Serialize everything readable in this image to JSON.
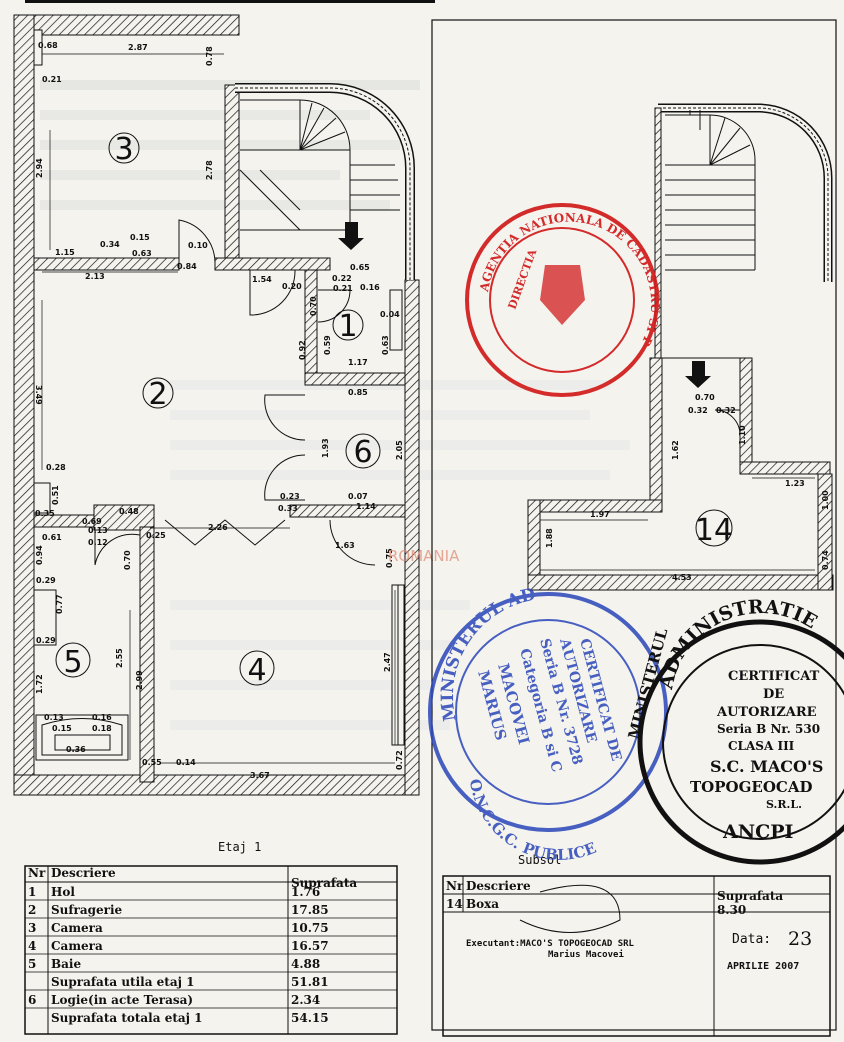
{
  "floor1": {
    "caption": "Etaj 1",
    "rooms": {
      "r1": "1",
      "r2": "2",
      "r3": "3",
      "r4": "4",
      "r5": "5",
      "r6": "6"
    },
    "dims": {
      "d287": "2.87",
      "d078": "0.78",
      "d068": "0.68",
      "d021": "0.21",
      "d294": "2.94",
      "d278": "2.78",
      "d115": "1.15",
      "d034": "0.34",
      "d015": "0.15",
      "d063": "0.63",
      "d010": "0.10",
      "d213": "2.13",
      "d084": "0.84",
      "d154": "1.54",
      "d020": "0.20",
      "d022": "0.22",
      "d065": "0.65",
      "d021b": "0.21",
      "d016": "0.16",
      "d070": "0.70",
      "d004": "0.04",
      "d059": "0.59",
      "d117": "1.17",
      "d063b": "0.63",
      "d092": "0.92",
      "d349": "3.49",
      "d085": "0.85",
      "d193": "1.93",
      "d205": "2.05",
      "d028": "0.28",
      "d051": "0.51",
      "d035": "0.35",
      "d069": "0.69",
      "d048": "0.48",
      "d013": "0.13",
      "d012": "0.12",
      "d023": "0.23",
      "d033": "0.33",
      "d007": "0.07",
      "d114": "1.14",
      "d226": "2.26",
      "d163": "1.63",
      "d075": "0.75",
      "d061": "0.61",
      "d094": "0.94",
      "d070b": "0.70",
      "d029": "0.29",
      "d077": "0.77",
      "d029b": "0.29",
      "d255": "2.55",
      "d299": "2.99",
      "d247": "2.47",
      "d172": "1.72",
      "d016b": "0.16",
      "d018": "0.18",
      "d013b": "0.13",
      "d015b": "0.15",
      "d036": "0.36",
      "d055": "0.55",
      "d014": "0.14",
      "d367": "3.67",
      "d072": "0.72",
      "d025": "0.25"
    },
    "table": {
      "headers": {
        "nr": "Nr",
        "desc": "Descriere",
        "area": "Suprafata"
      },
      "rows": [
        {
          "nr": "1",
          "desc": "Hol",
          "area": "1.76"
        },
        {
          "nr": "2",
          "desc": "Sufragerie",
          "area": "17.85"
        },
        {
          "nr": "3",
          "desc": "Camera",
          "area": "10.75"
        },
        {
          "nr": "4",
          "desc": "Camera",
          "area": "16.57"
        },
        {
          "nr": "5",
          "desc": "Baie",
          "area": "4.88"
        },
        {
          "nr": "",
          "desc": "Suprafata utila etaj 1",
          "area": "51.81"
        },
        {
          "nr": "6",
          "desc": "Logie(in acte Terasa)",
          "area": "2.34"
        },
        {
          "nr": "",
          "desc": "Suprafata totala etaj 1",
          "area": "54.15"
        }
      ]
    }
  },
  "basement": {
    "caption": "Subsol",
    "room": "14",
    "dims": {
      "d070": "0.70",
      "d032": "0.32",
      "d032b": "0.32",
      "d162": "1.62",
      "d110": "1.10",
      "d123": "1.23",
      "d100": "1.00",
      "d197": "1.97",
      "d188": "1.88",
      "d453": "4.53",
      "d074": "0.74"
    },
    "table": {
      "headers": {
        "nr": "Nr",
        "desc": "Descriere",
        "area": "Suprafata"
      },
      "rows": [
        {
          "nr": "14",
          "desc": "Boxa",
          "area": "8.30"
        }
      ]
    },
    "executant": "Executant:MACO'S TOPOGEOCAD SRL",
    "executant_name": "Marius Macovei",
    "date_label": "Data:",
    "date_day": "23",
    "date_month_year": "APRILIE 2007"
  },
  "watermark": "ROMANIA",
  "colors": {
    "ink": "#111111",
    "red_stamp": "#d11a1a",
    "blue_stamp": "#2a46b8",
    "paper": "#f4f3ee"
  }
}
